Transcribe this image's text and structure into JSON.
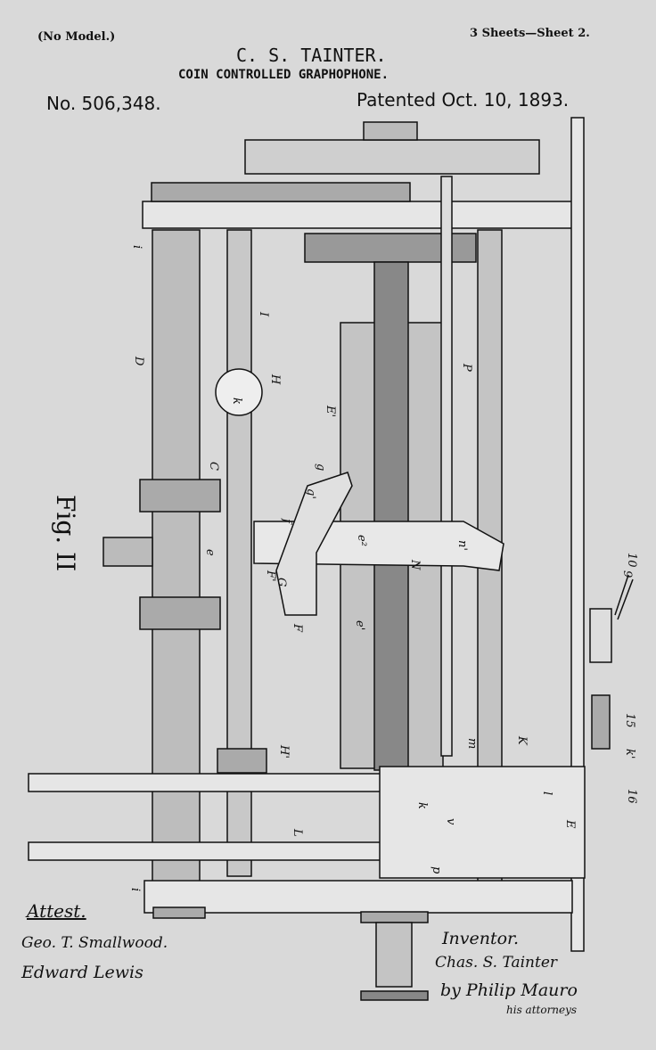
{
  "header": {
    "no_model": "(No Model.)",
    "sheets": "3 Sheets—Sheet 2.",
    "inventor": "C. S. TAINTER.",
    "title": "COIN CONTROLLED GRAPHOPHONE.",
    "patent_number": "No. 506,348.",
    "patent_date": "Patented Oct. 10, 1893."
  },
  "figure": {
    "caption": "Fig. II",
    "labels": [
      "i",
      "D",
      "I",
      "H",
      "k",
      "C",
      "e",
      "g",
      "g'",
      "f",
      "F'",
      "F",
      "G",
      "e²",
      "e'",
      "n'",
      "N",
      "P",
      "E'",
      "H'",
      "L",
      "k",
      "m",
      "K",
      "l",
      "v",
      "E",
      "p",
      "i",
      "9",
      "10",
      "15",
      "16",
      "k'"
    ]
  },
  "signatures": {
    "attest": "Attest.",
    "witness_1": "Geo. T. Smallwood.",
    "witness_2": "Edward Lewis",
    "inventor_label": "Inventor.",
    "inventor_signature": "Chas. S. Tainter",
    "by": "by Philip Mauro",
    "attorneys": "his attorneys"
  }
}
